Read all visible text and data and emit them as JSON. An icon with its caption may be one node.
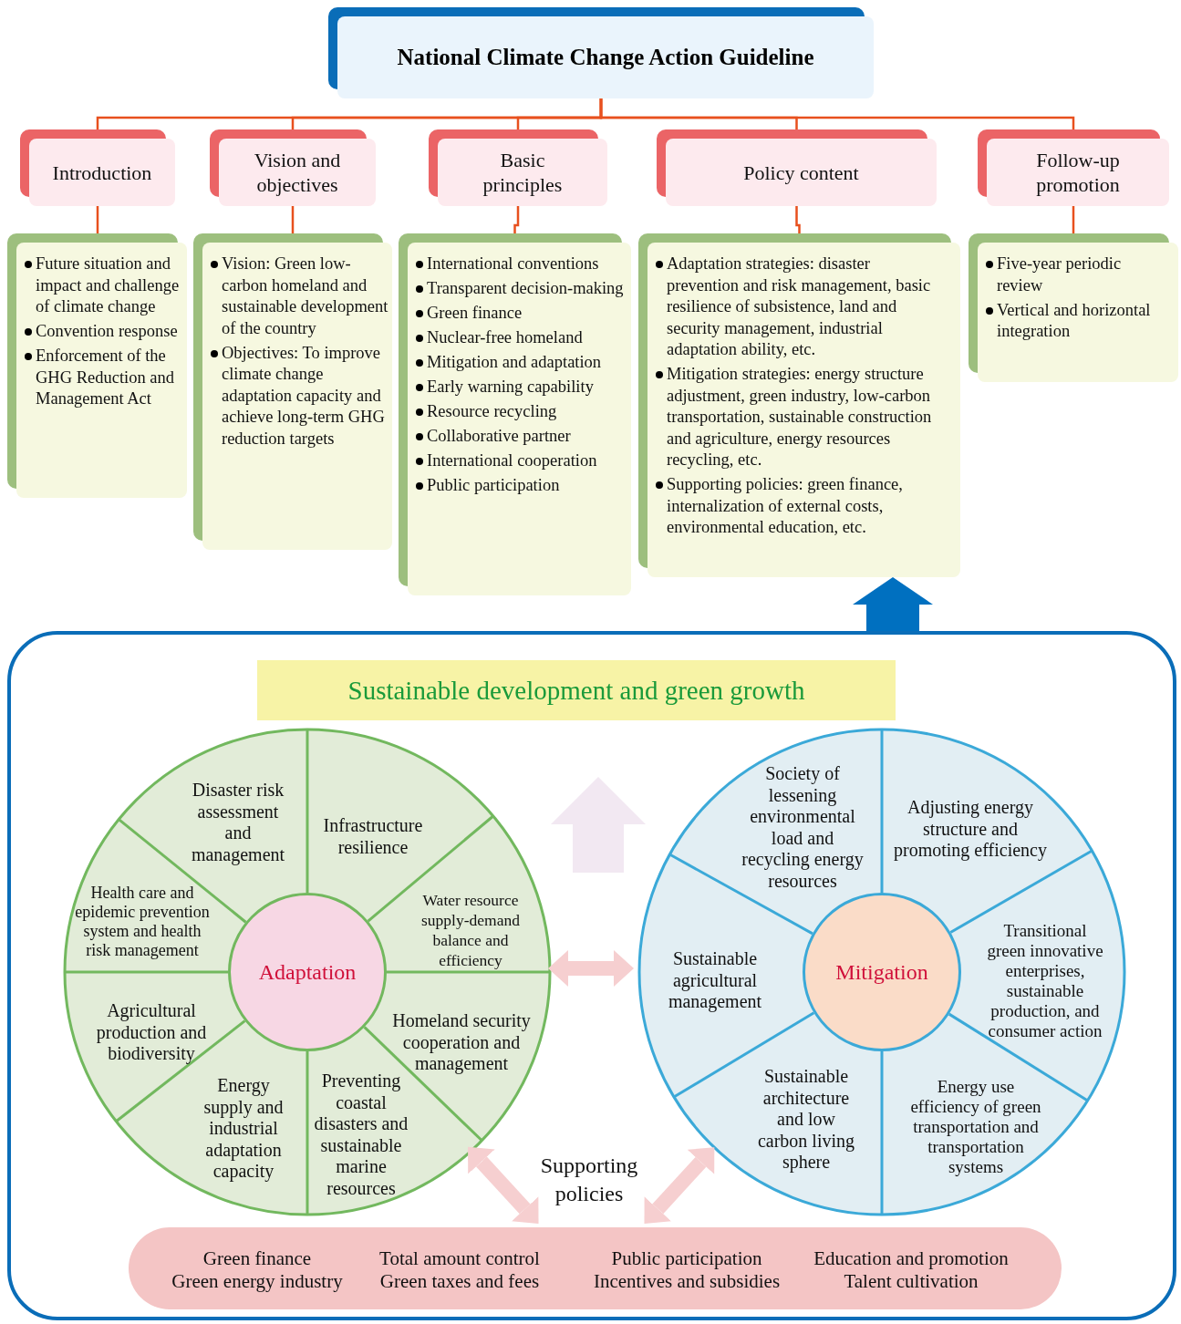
{
  "diagram": {
    "nodes": [
      {
        "text": [
          "National Climate Change Action Guideline"
        ]
      },
      {
        "text": [
          "Introduction"
        ]
      },
      {
        "text": [
          "Vision and objectives"
        ]
      },
      {
        "text": [
          "Basic principles"
        ]
      },
      {
        "text": [
          "Policy content"
        ]
      },
      {
        "text": [
          "Follow-up promotion"
        ]
      },
      {
        "text": [
          "Future situation and impact and challenge of climate change",
          "Convention response",
          "Enforcement of the GHG Reduction and Management Act"
        ]
      },
      {
        "text": [
          "Vision: Green low-carbon homeland and sustainable development of the country",
          "Objectives: To improve climate change adaptation capacity and achieve long-term GHG reduction targets"
        ]
      },
      {
        "text": [
          "International conventions",
          "Transparent decision-making",
          "Green finance",
          "Nuclear-free homeland",
          "Mitigation and adaptation",
          "Early warning capability",
          "Resource recycling",
          "Collaborative partner",
          "International cooperation",
          "Public participation"
        ]
      },
      {
        "text": [
          "Adaptation strategies: disaster prevention and risk management, basic resilience of subsistence, land and security management, industrial adaptation ability, etc.",
          "Mitigation strategies: energy structure adjustment, green industry, low-carbon transportation, sustainable construction and agriculture, energy resources recycling, etc.",
          "Supporting policies: green finance, internalization of external costs, environmental education, etc."
        ]
      },
      {
        "text": [
          "Five-year periodic review",
          "Vertical and horizontal integration"
        ]
      },
      {
        "text": [],
        "shape": "box"
      },
      {
        "text": [
          "Sustainable development and green growth"
        ],
        "in": 11
      },
      {
        "text": [],
        "shape": "circle",
        "in": 11
      },
      {
        "text": [
          "Adaptation"
        ],
        "in": 13
      },
      {
        "text": [
          "Disaster risk assessment and management"
        ],
        "in": 13
      },
      {
        "text": [
          "Infrastructure resilience"
        ],
        "in": 13
      },
      {
        "text": [
          "Health care and epidemic prevention system and health risk management"
        ],
        "in": 13
      },
      {
        "text": [
          "Water resource supply-demand balance and efficiency"
        ],
        "in": 13
      },
      {
        "text": [
          "Agricultural production and biodiversity"
        ],
        "in": 13
      },
      {
        "text": [
          "Homeland security cooperation and management"
        ],
        "in": 13
      },
      {
        "text": [
          "Energy supply and industrial adaptation capacity"
        ],
        "in": 13
      },
      {
        "text": [
          "Preventing coastal disasters and sustainable marine resources"
        ],
        "in": 13
      },
      {
        "text": [],
        "shape": "circle",
        "in": 11
      },
      {
        "text": [
          "Mitigation"
        ],
        "in": 23
      },
      {
        "text": [
          "Society of lessening environmental load and recycling energy resources"
        ],
        "in": 23
      },
      {
        "text": [
          "Adjusting energy structure and promoting efficiency"
        ],
        "in": 23
      },
      {
        "text": [
          "Sustainable agricultural management"
        ],
        "in": 23
      },
      {
        "text": [
          "Transitional green innovative enterprises, sustainable production, and consumer action"
        ],
        "in": 23
      },
      {
        "text": [
          "Sustainable architecture and low carbon living sphere"
        ],
        "in": 23
      },
      {
        "text": [
          "Energy use efficiency of green transportation and transportation systems"
        ],
        "in": 23
      },
      {
        "text": [
          "Green finance",
          "Green energy industry",
          "Total amount control",
          "Green taxes and fees",
          "Public participation",
          "Incentives and subsidies",
          "Education and promotion",
          "Talent cultivation"
        ],
        "in": 11,
        "beside": [
          "Supporting policies"
        ]
      }
    ],
    "edges": [
      {
        "from": 0,
        "to": 1,
        "arrow": "none"
      },
      {
        "from": 0,
        "to": 2,
        "arrow": "none"
      },
      {
        "from": 0,
        "to": 3,
        "arrow": "none"
      },
      {
        "from": 0,
        "to": 4,
        "arrow": "none"
      },
      {
        "from": 0,
        "to": 5,
        "arrow": "none"
      },
      {
        "from": 1,
        "to": 6,
        "arrow": "none"
      },
      {
        "from": 2,
        "to": 7,
        "arrow": "none"
      },
      {
        "from": 3,
        "to": 8,
        "arrow": "none"
      },
      {
        "from": 4,
        "to": 9,
        "arrow": "none"
      },
      {
        "from": 5,
        "to": 10,
        "arrow": "none"
      },
      {
        "from": 11,
        "to": 9,
        "arrow": "to",
        "style": "thick",
        "color": "#0070c0"
      },
      {
        "from": 13,
        "to": 23,
        "arrow": "both",
        "style": "thick",
        "color": "#f6cfd0"
      },
      {
        "from": 13,
        "to": 31,
        "arrow": "both",
        "style": "thick",
        "color": "#f6cfd0"
      },
      {
        "from": 23,
        "to": 31,
        "arrow": "both",
        "style": "thick",
        "color": "#f6cfd0"
      }
    ]
  }
}
